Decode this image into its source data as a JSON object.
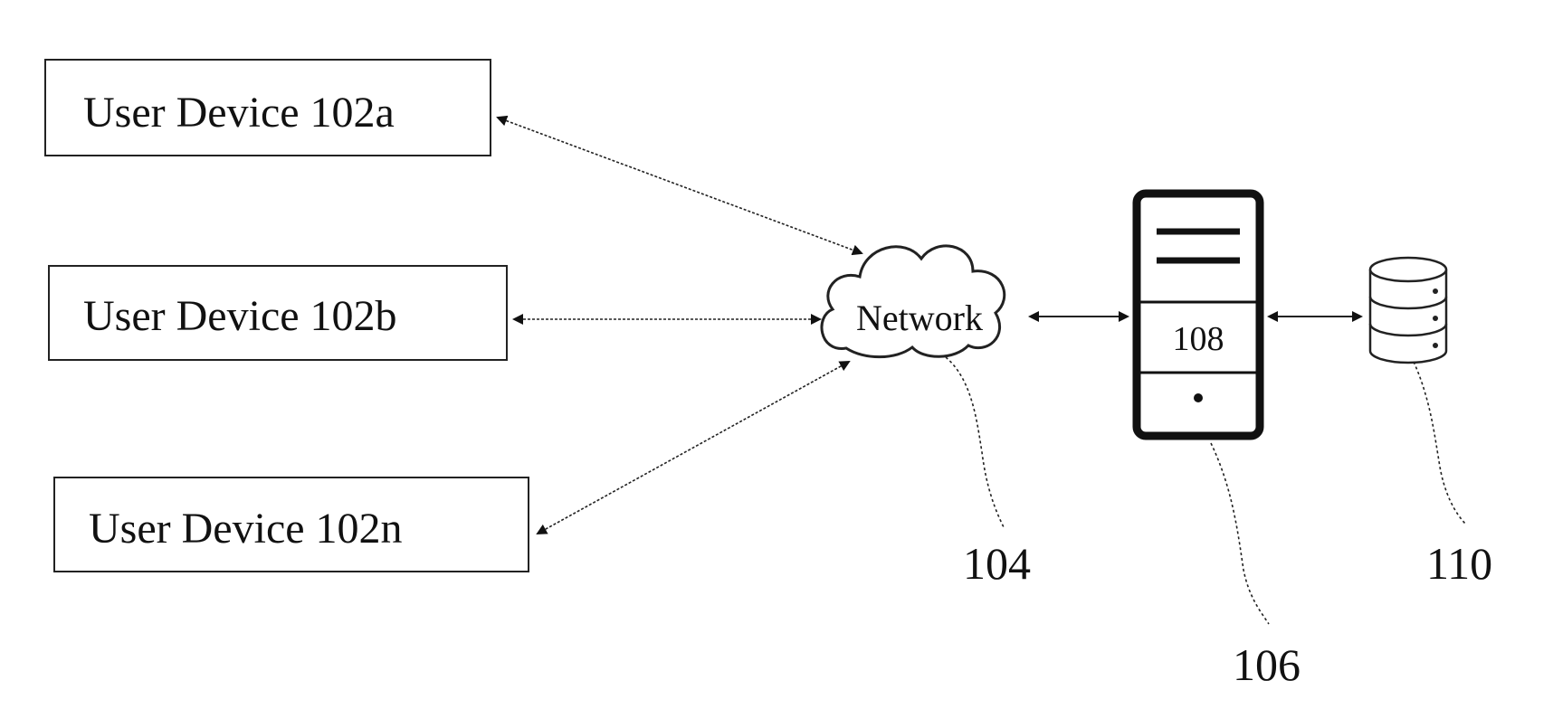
{
  "devices": {
    "a": "User Device 102a",
    "b": "User Device 102b",
    "n": "User Device 102n"
  },
  "network": {
    "label": "Network",
    "ref": "104",
    "icon": "cloud-icon"
  },
  "server": {
    "label": "108",
    "ref": "106",
    "icon": "server-icon"
  },
  "database": {
    "ref": "110",
    "icon": "database-icon"
  }
}
